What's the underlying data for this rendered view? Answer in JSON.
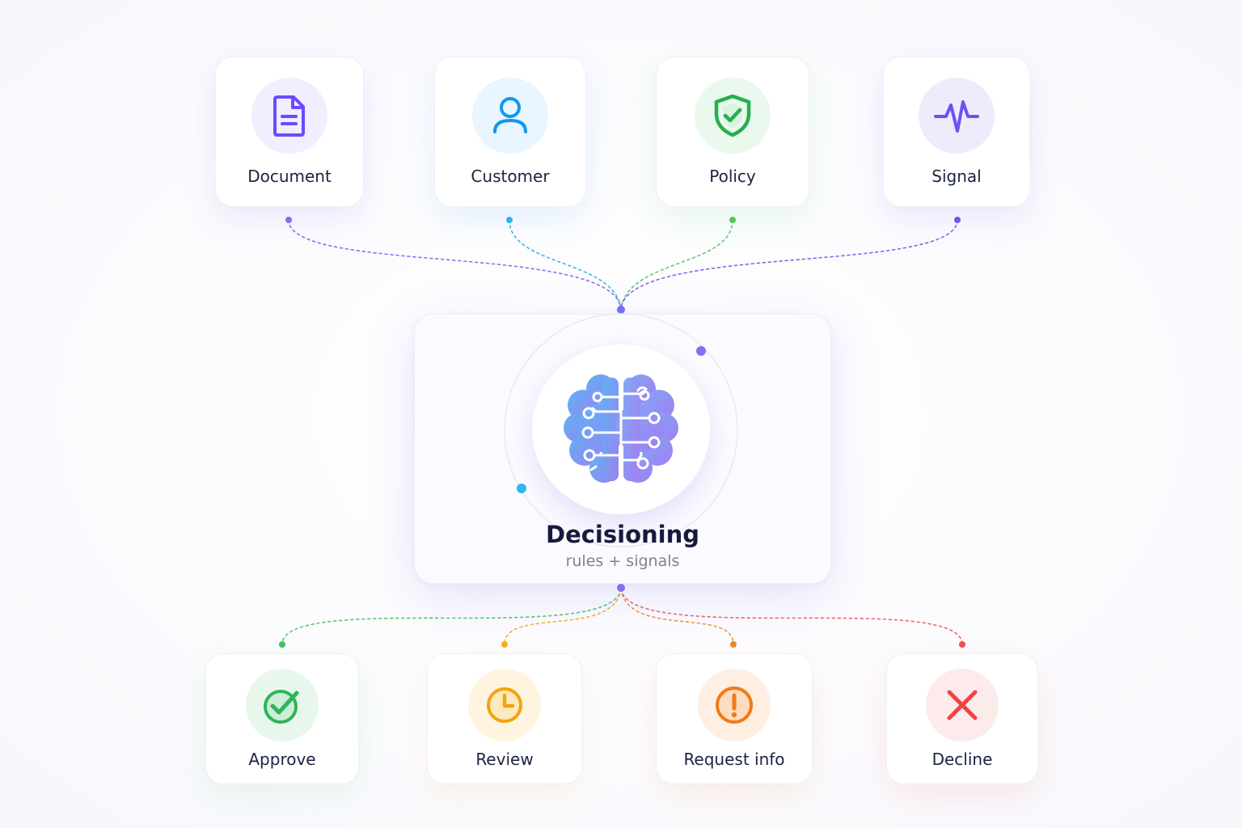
{
  "inputs": [
    {
      "label": "Document",
      "icon": "document-icon",
      "accent": "#6d4aff",
      "bg": "#f1eeff"
    },
    {
      "label": "Customer",
      "icon": "user-icon",
      "accent": "#1496f0",
      "bg": "#e9f5ff"
    },
    {
      "label": "Policy",
      "icon": "shield-check-icon",
      "accent": "#22b14c",
      "bg": "#eaf8ee"
    },
    {
      "label": "Signal",
      "icon": "pulse-icon",
      "accent": "#6b52f0",
      "bg": "#eeecfc"
    }
  ],
  "center": {
    "title": "Decisioning",
    "subtitle": "rules + signals",
    "icon": "brain-circuit-icon"
  },
  "outputs": [
    {
      "label": "Approve",
      "icon": "check-circle-icon",
      "accent": "#2fb559",
      "bg": "#e8f7ec"
    },
    {
      "label": "Review",
      "icon": "clock-icon",
      "accent": "#f2a40e",
      "bg": "#fff4e0"
    },
    {
      "label": "Request info",
      "icon": "alert-circle-icon",
      "accent": "#f27a16",
      "bg": "#ffefe2"
    },
    {
      "label": "Decline",
      "icon": "x-icon",
      "accent": "#ef4444",
      "bg": "#fdeaea"
    }
  ]
}
